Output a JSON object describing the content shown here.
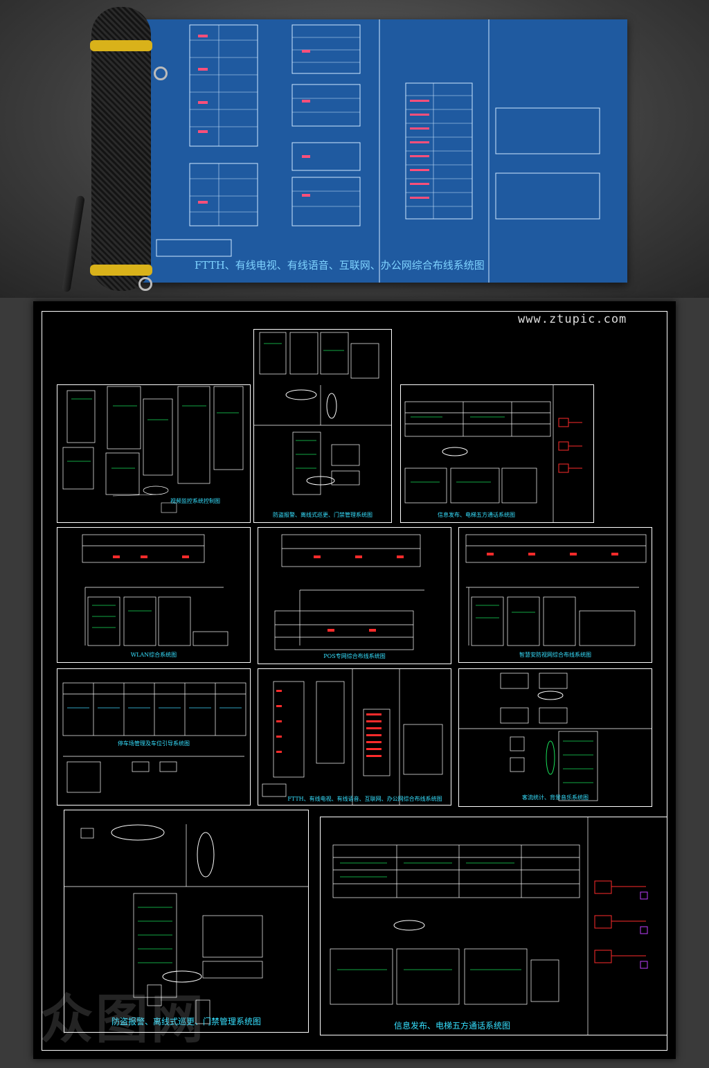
{
  "blueprint": {
    "title": "FTTH、有线电视、有线语音、互联网、办公网综合布线系统图"
  },
  "sheet": {
    "watermark": "www.ztupic.com",
    "panels": [
      {
        "id": "p1",
        "label": "视频监控系统控制图"
      },
      {
        "id": "p2",
        "label": "防盗报警、离线式巡更、门禁管理系统图"
      },
      {
        "id": "p3",
        "label": "信息发布、电梯五方通话系统图"
      },
      {
        "id": "p4",
        "label": "WLAN综合系统图"
      },
      {
        "id": "p5",
        "label": "POS专网综合布线系统图"
      },
      {
        "id": "p6",
        "label": "智慧安防视网综合布线系统图"
      },
      {
        "id": "p7",
        "label": "停车场管理及车位引导系统图"
      },
      {
        "id": "p8",
        "label": "FTTH、有线电视、有线语音、互联网、办公网综合布线系统图"
      },
      {
        "id": "p9",
        "label": "客流统计、背景音乐系统图"
      },
      {
        "id": "p10",
        "label": "防盗报警、离线式巡更、门禁管理系统图"
      },
      {
        "id": "p11",
        "label": "信息发布、电梯五方通话系统图"
      }
    ]
  },
  "logo": {
    "text": "众图网"
  },
  "colors": {
    "blueprint_bg": "#1f5aa0",
    "label": "#36e0ff",
    "line": "#ffffff",
    "accent_red": "#ff2b2b",
    "accent_green": "#19e05a"
  }
}
